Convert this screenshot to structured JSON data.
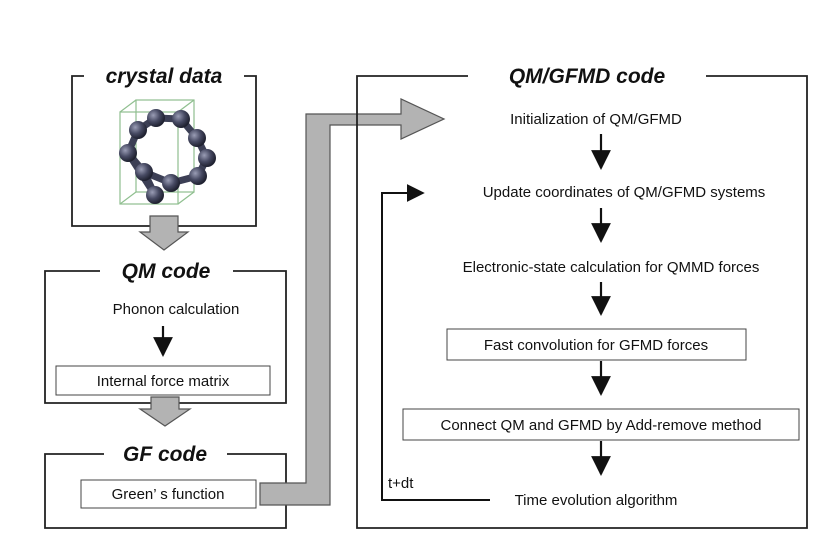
{
  "crystal_panel": {
    "title": "crystal data"
  },
  "qm_panel": {
    "title": "QM code",
    "step": "Phonon calculation",
    "box": "Internal force matrix"
  },
  "gf_panel": {
    "title": "GF code",
    "box": "Green’ s function"
  },
  "qmgfmd_panel": {
    "title": "QM/GFMD code",
    "steps": [
      "Initialization of QM/GFMD",
      "Update coordinates of QM/GFMD systems",
      "Electronic-state calculation for QMMD forces",
      "Fast convolution for GFMD forces",
      "Connect QM and GFMD by Add-remove method",
      "Time evolution algorithm"
    ],
    "loop_label": "t+dt"
  },
  "colors": {
    "arrow_fill": "#b3b3b3",
    "atom": "#3c3f55",
    "cell_edge": "#8fbf8f"
  }
}
